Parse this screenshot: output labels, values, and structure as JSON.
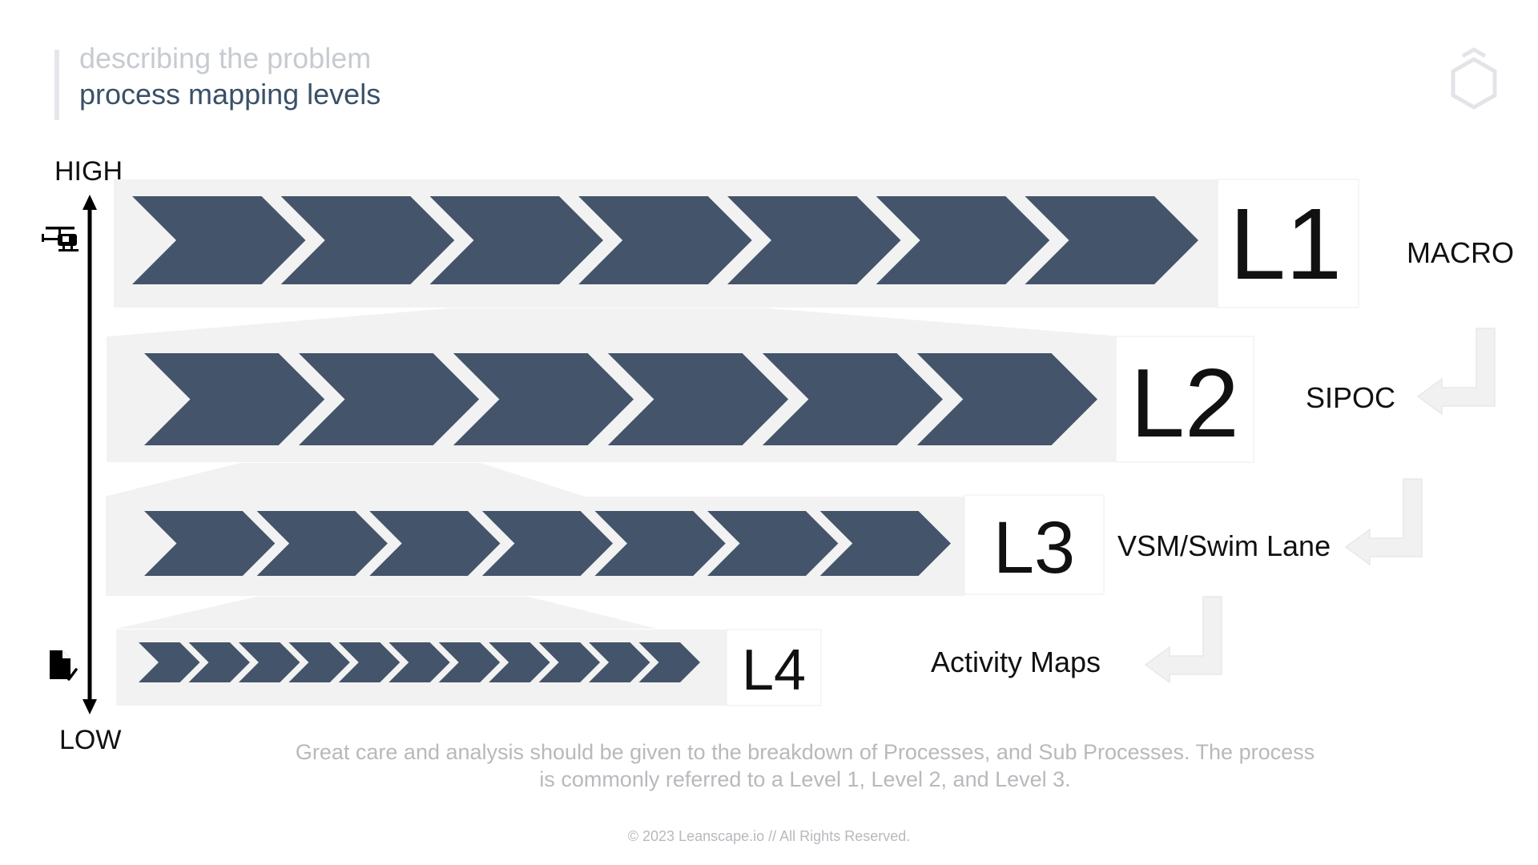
{
  "header": {
    "supertitle": "describing the problem",
    "title": "process mapping levels"
  },
  "axis": {
    "high": "HIGH",
    "low": "LOW"
  },
  "levels": [
    {
      "id": "L1",
      "label": "L1",
      "name": "MACRO",
      "chevrons": 7
    },
    {
      "id": "L2",
      "label": "L2",
      "name": "SIPOC",
      "chevrons": 6
    },
    {
      "id": "L3",
      "label": "L3",
      "name": "VSM/Swim Lane",
      "chevrons": 7
    },
    {
      "id": "L4",
      "label": "L4",
      "name": "Activity Maps",
      "chevrons": 11
    }
  ],
  "caption": "Great care and analysis should be given to the breakdown of Processes, and Sub Processes.  The process is commonly referred to a Level 1, Level 2, and Level 3.",
  "footer": "© 2023 Leanscape.io // All Rights Reserved.",
  "colors": {
    "chevron": "#44546a",
    "band": "#f2f2f2",
    "accent": "#3a5068"
  },
  "icons": [
    "hexagon-logo-icon",
    "helicopter-icon",
    "document-check-icon"
  ]
}
